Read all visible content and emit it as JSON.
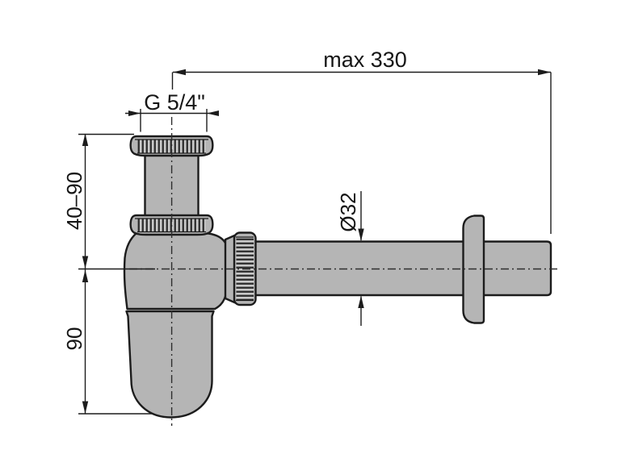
{
  "drawing": {
    "type": "technical-dimension-drawing",
    "part": "bottle-trap-siphon-side-view",
    "dimensions": {
      "max_length": "max 330",
      "thread_size": "G 5/4\"",
      "height_range": "40–90",
      "cup_depth": "90",
      "pipe_diameter": "Ø32"
    },
    "colors": {
      "part_fill": "#b5b5b5",
      "knurl_light": "#c9c9c9",
      "outline": "#1c1c1c",
      "background": "#ffffff"
    }
  }
}
